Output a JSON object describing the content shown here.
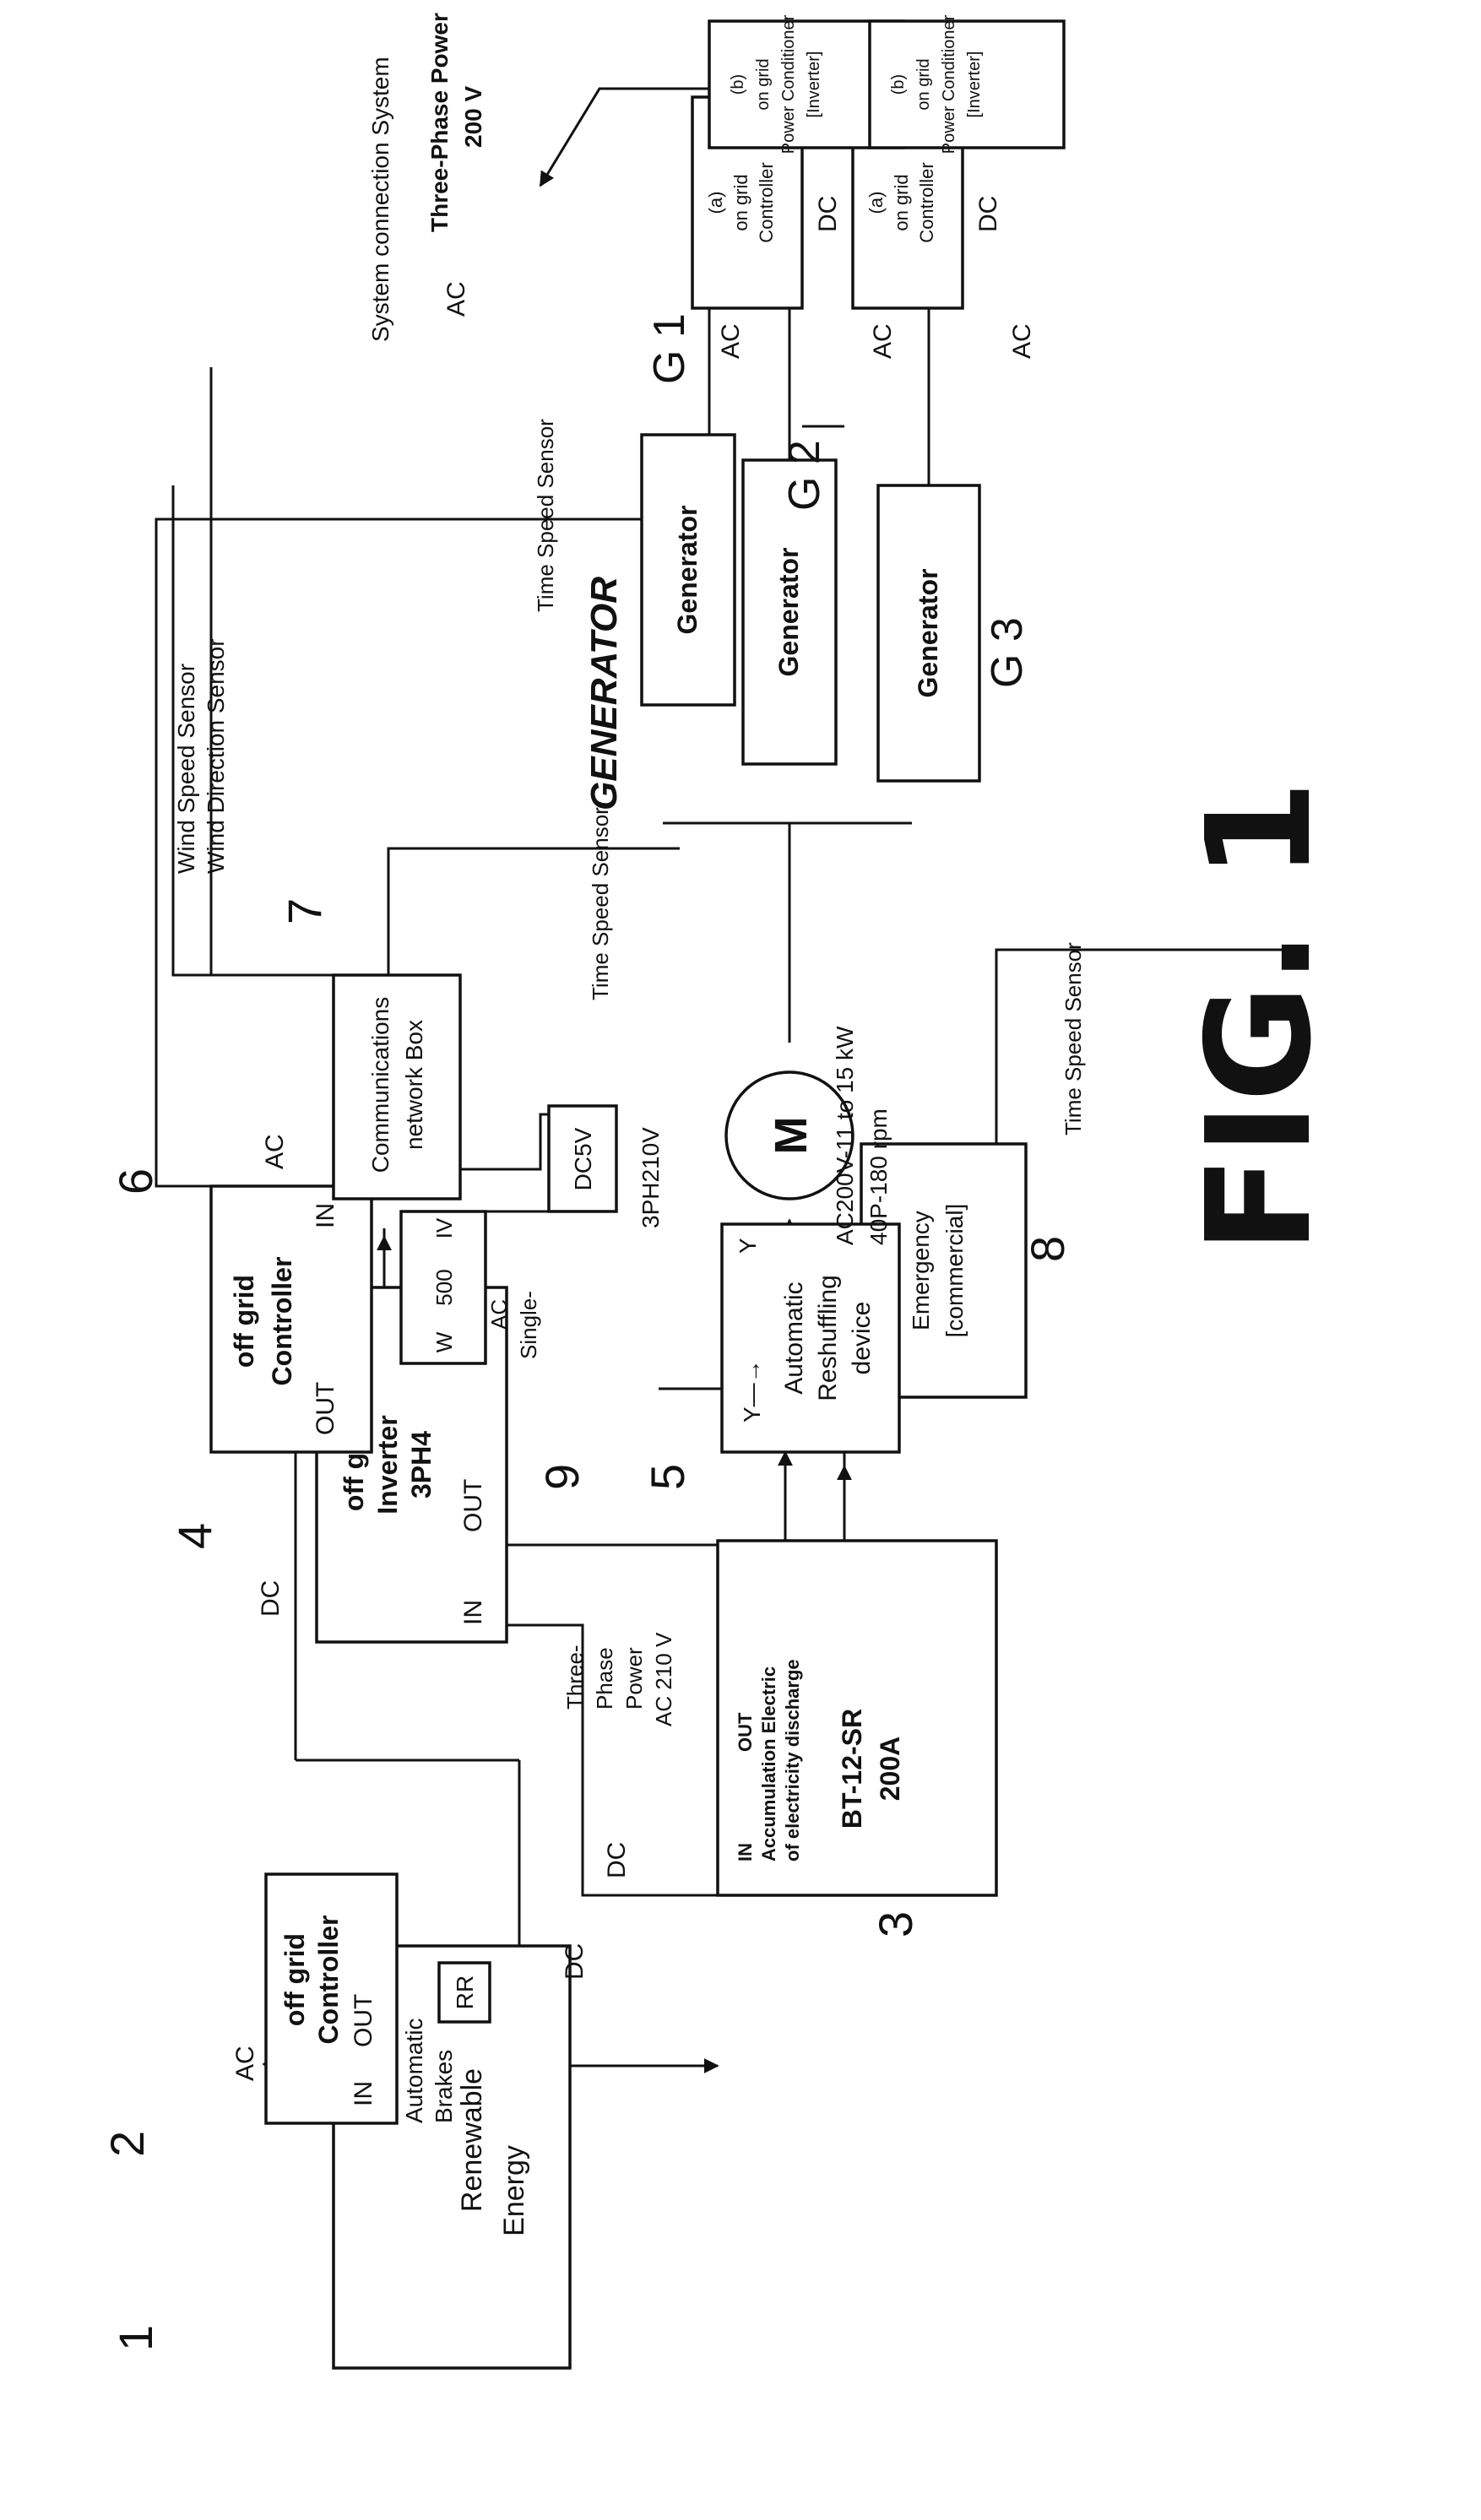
{
  "figure": "FIG. 1",
  "generator_title": "GENERATOR",
  "refs": {
    "r1": "1",
    "r2": "2",
    "r3": "3",
    "r4": "4",
    "r5": "5",
    "r6": "6",
    "r7": "7",
    "r8": "8",
    "r9": "9",
    "g1": "G 1",
    "g2": "G 2",
    "g3": "G 3"
  },
  "blocks": {
    "renewable": [
      "Renewable",
      "Energy"
    ],
    "controller2": [
      "off grid",
      "Controller"
    ],
    "controller2_in": "IN",
    "controller2_out": "OUT",
    "rr": "RR",
    "battery_top": [
      "IN",
      "Accumulation  Electric",
      "of electricity  discharge"
    ],
    "battery_out": "OUT",
    "battery_model": [
      "BT-12-SR",
      "200A"
    ],
    "inverter": [
      "off grid",
      "Inverter",
      "3PH4"
    ],
    "inverter_in": "IN",
    "inverter_out": "OUT",
    "emergency": [
      "Emergency",
      "[commercial]"
    ],
    "reshuffle_arrow": "Y—→",
    "reshuffle": [
      "Automatic",
      "Reshuffling",
      "device"
    ],
    "reshuffle_y": "Y",
    "controller6": [
      "off grid",
      "Controller"
    ],
    "controller6_out": "OUT",
    "controller6_in": "IN",
    "meter": [
      "IV",
      "500",
      "W"
    ],
    "comm": [
      "Communications",
      "network Box"
    ],
    "dc5v": "DC5V",
    "motor": "M",
    "gen": "Generator",
    "ongrid_ctrl": [
      "(a)",
      "on grid",
      "Controller"
    ],
    "ongrid_pc": [
      "(b)",
      "on grid",
      "Power Conditioner",
      "[Inverter]"
    ]
  },
  "labels": {
    "ac": "AC",
    "dc": "DC",
    "automatic": "Automatic",
    "brakes": "Brakes",
    "three_phase_power": [
      "Three-",
      "Phase",
      "Power",
      "AC 210 V"
    ],
    "ac_single": [
      "AC",
      "Single-"
    ],
    "ph210": "3PH210V",
    "motor_spec": [
      "AC200V-11 to 15 kW",
      "40P-180 rpm"
    ],
    "time_speed_sensor": "Time Speed Sensor",
    "wind_speed_sensor": "Wind Speed Sensor",
    "wind_direction_sensor": "Wind Direction Sensor",
    "system_connection": "System connection System",
    "three_phase_power_200": "Three-Phase Power",
    "v200": "200 V"
  }
}
